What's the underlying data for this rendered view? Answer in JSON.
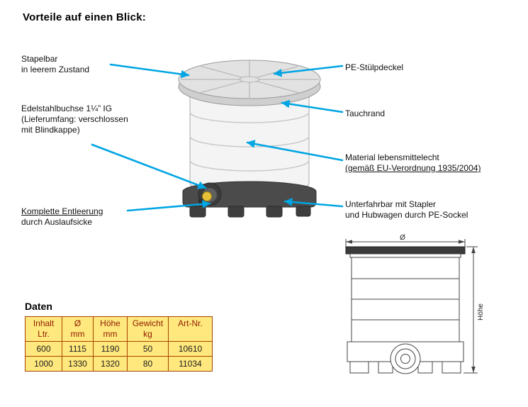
{
  "page_title": "Vorteile auf einen Blick:",
  "annotations": {
    "stapelbar": {
      "line1": "Stapelbar",
      "line2": "in leerem Zustand"
    },
    "edelstahl": {
      "line1": "Edelstahlbuchse 1¼” IG",
      "line2": "(Lieferumfang: verschlossen",
      "line3": "mit Blindkappe)"
    },
    "entleerung": {
      "line1": "Komplette Entleerung",
      "line2": "durch Auslaufsicke"
    },
    "deckel": {
      "line1": "PE-Stülpdeckel"
    },
    "tauchrand": {
      "line1": "Tauchrand"
    },
    "material": {
      "line1": "Material lebensmittelecht",
      "line2": "(gemäß EU-Verordnung 1935/2004)"
    },
    "unterfahrbar": {
      "line1": "Unterfahrbar mit Stapler",
      "line2": "und Hubwagen durch PE-Sockel"
    }
  },
  "data_section": {
    "heading": "Daten",
    "table": {
      "headers": {
        "inhalt": {
          "line1": "Inhalt",
          "line2": "Ltr."
        },
        "d": {
          "line1": "Ø",
          "line2": "mm"
        },
        "hoehe": {
          "line1": "Höhe",
          "line2": "mm"
        },
        "gewicht": {
          "line1": "Gewicht",
          "line2": "kg"
        },
        "artnr": {
          "line1": "Art-Nr."
        }
      },
      "rows": [
        {
          "inhalt": "600",
          "d": "1115",
          "hoehe": "1190",
          "gewicht": "50",
          "artnr": "10610"
        },
        {
          "inhalt": "1000",
          "d": "1330",
          "hoehe": "1320",
          "gewicht": "80",
          "artnr": "11034"
        }
      ]
    }
  },
  "tech_drawing": {
    "diameter_label": "Ø",
    "height_label": "Höhe"
  },
  "colors": {
    "arrow": "#00a5e3",
    "table_bg": "#ffe87d",
    "table_border": "#a84300",
    "table_header_text": "#8f1d00"
  }
}
